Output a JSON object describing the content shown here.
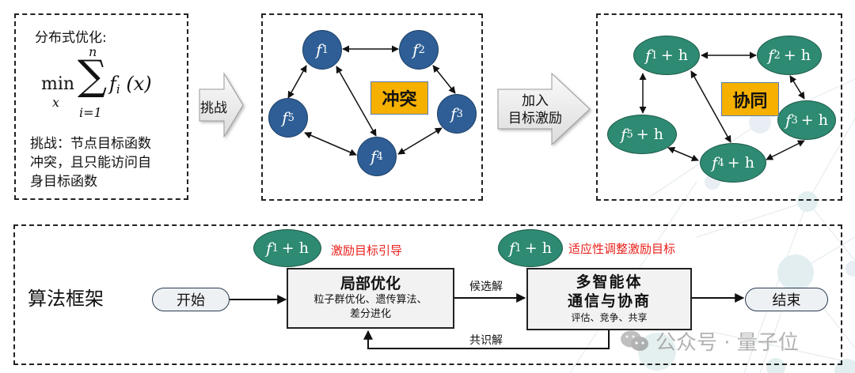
{
  "panel_problem": {
    "title": "分布式优化:",
    "formula": {
      "op": "min",
      "op_sub": "x",
      "sum_upper": "n",
      "sum_lower": "i=1",
      "term_func": "f",
      "term_sub": "i",
      "term_arg": "(x)"
    },
    "challenge_lines": [
      "挑战：节点目标函数",
      "冲突，且只能访问自",
      "身目标函数"
    ]
  },
  "arrow_challenge": {
    "label": "挑战"
  },
  "panel_conflict": {
    "badge": "冲突",
    "nodes": [
      {
        "func": "f",
        "sub": "1"
      },
      {
        "func": "f",
        "sub": "2"
      },
      {
        "func": "f",
        "sub": "3"
      },
      {
        "func": "f",
        "sub": "4"
      },
      {
        "func": "f",
        "sub": "5"
      }
    ]
  },
  "arrow_incentive": {
    "label_line1": "加入",
    "label_line2": "目标激励"
  },
  "panel_cooperation": {
    "badge": "协同",
    "nodes": [
      {
        "func": "f",
        "sub": "1",
        "suffix": "+ h"
      },
      {
        "func": "f",
        "sub": "2",
        "suffix": "+ h"
      },
      {
        "func": "f",
        "sub": "3",
        "suffix": "+ h"
      },
      {
        "func": "f",
        "sub": "4",
        "suffix": "+ h"
      },
      {
        "func": "f",
        "sub": "5",
        "suffix": "+ h"
      }
    ]
  },
  "framework": {
    "title": "算法框架",
    "start": "开始",
    "end": "结束",
    "local_opt": {
      "title": "局部优化",
      "line1": "粒子群优化、遗传算法、",
      "line2": "差分进化"
    },
    "multi_agent": {
      "title_line1": "多智能体",
      "title_line2": "通信与协商",
      "subtitle": "评估、竞争、共享"
    },
    "edge_candidate": "候选解",
    "edge_consensus": "共识解",
    "badge_left": {
      "func": "f",
      "sub": "1",
      "suffix": "+ h",
      "note": "激励目标引导"
    },
    "badge_right": {
      "func": "f",
      "sub": "1",
      "suffix": "+ h",
      "note": "适应性调整激励目标"
    }
  },
  "watermark": {
    "text": "公众号 · 量子位"
  },
  "colors": {
    "conflict_node": "#2e5e95",
    "coop_node": "#2e8a72",
    "badge": "#f5b000",
    "note_red": "#e8201b"
  }
}
